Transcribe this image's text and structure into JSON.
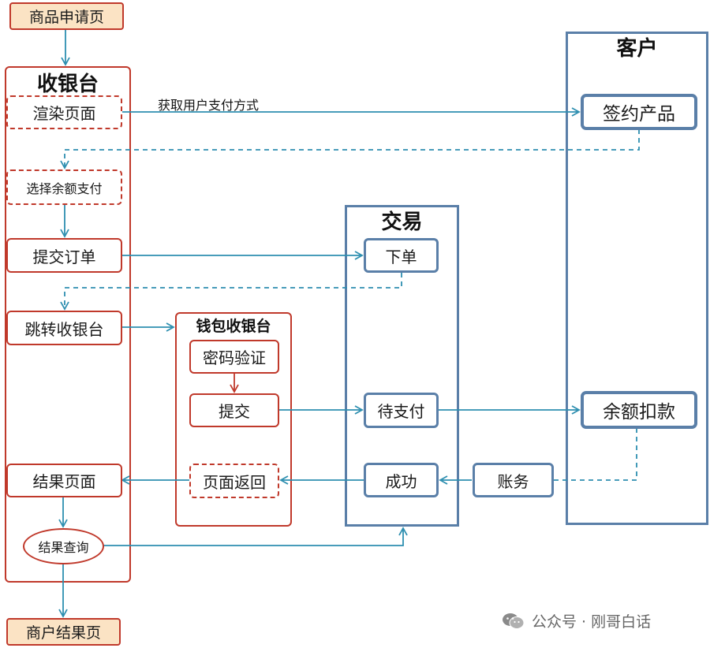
{
  "containers": {
    "cashier": "收银台",
    "customer": "客户",
    "trade": "交易",
    "wallet": "钱包收银台"
  },
  "nodes": {
    "product_request": "商品申请页",
    "render_page": "渲染页面",
    "select_balance": "选择余额支付",
    "submit_order": "提交订单",
    "jump_cashier": "跳转收银台",
    "result_page": "结果页面",
    "result_query": "结果查询",
    "merchant_result": "商户结果页",
    "password_verify": "密码验证",
    "submit": "提交",
    "page_return": "页面返回",
    "place_order": "下单",
    "pending_payment": "待支付",
    "success": "成功",
    "account": "账务",
    "sign_product": "签约产品",
    "balance_deduct": "余额扣款"
  },
  "edge_labels": {
    "get_payment_method": "获取用户支付方式"
  },
  "watermark": {
    "text": "公众号 · 刚哥白话",
    "icon": "wechat-icon"
  },
  "colors": {
    "arrow": "#2e8fb0",
    "red_border": "#c0392b",
    "blue_border": "#5a7fa8",
    "highlight_fill": "#fbe3c4"
  }
}
